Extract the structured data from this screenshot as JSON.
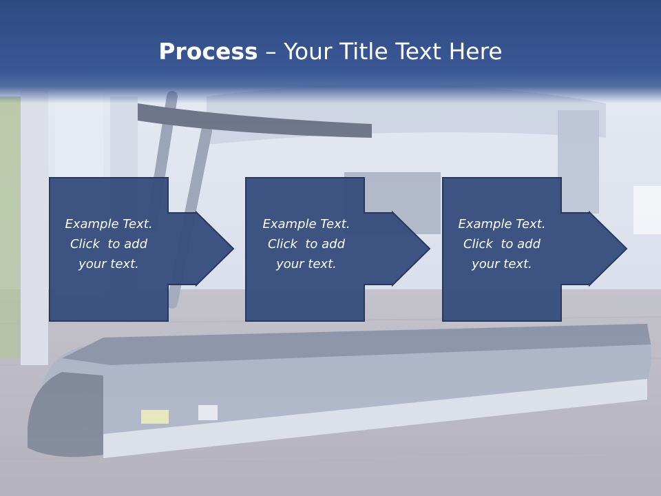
{
  "slide": {
    "title_bold": "Process",
    "title_rest": " – Your Title Text Here",
    "colors": {
      "header": "#3b5896",
      "box": "#384f7f",
      "box_border": "#22335a",
      "text": "#ffffff"
    },
    "steps": [
      {
        "line1": "Example Text.",
        "line2": "Click  to add",
        "line3": "your text."
      },
      {
        "line1": "Example Text.",
        "line2": "Click  to add",
        "line3": "your text."
      },
      {
        "line1": "Example Text.",
        "line2": "Click  to add",
        "line3": "your text."
      }
    ]
  }
}
